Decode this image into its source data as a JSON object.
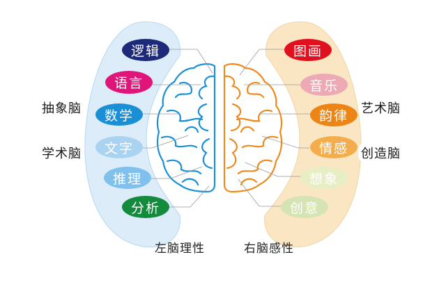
{
  "left": {
    "title": "左脑理性",
    "band_color": "#dcedf9",
    "brain_color": "#1a8fd6",
    "side_labels": [
      "抽象脑",
      "学术脑"
    ],
    "pills": [
      {
        "label": "逻辑",
        "color": "#1d2a7a"
      },
      {
        "label": "语言",
        "color": "#e0157a"
      },
      {
        "label": "数学",
        "color": "#1a8fd6"
      },
      {
        "label": "文字",
        "color": "#a9d3f1"
      },
      {
        "label": "推理",
        "color": "#7fc0ec"
      },
      {
        "label": "分析",
        "color": "#138a3c"
      }
    ]
  },
  "right": {
    "title": "右脑感性",
    "band_color": "#fbe6c4",
    "brain_color": "#ee8a1c",
    "side_labels": [
      "艺术脑",
      "创造脑"
    ],
    "pills": [
      {
        "label": "图画",
        "color": "#e0101e"
      },
      {
        "label": "音乐",
        "color": "#eeaab4"
      },
      {
        "label": "韵律",
        "color": "#ec8416"
      },
      {
        "label": "情感",
        "color": "#f4ad4c"
      },
      {
        "label": "想象",
        "color": "#e8eec4"
      },
      {
        "label": "创意",
        "color": "#d5e4b2"
      }
    ]
  }
}
